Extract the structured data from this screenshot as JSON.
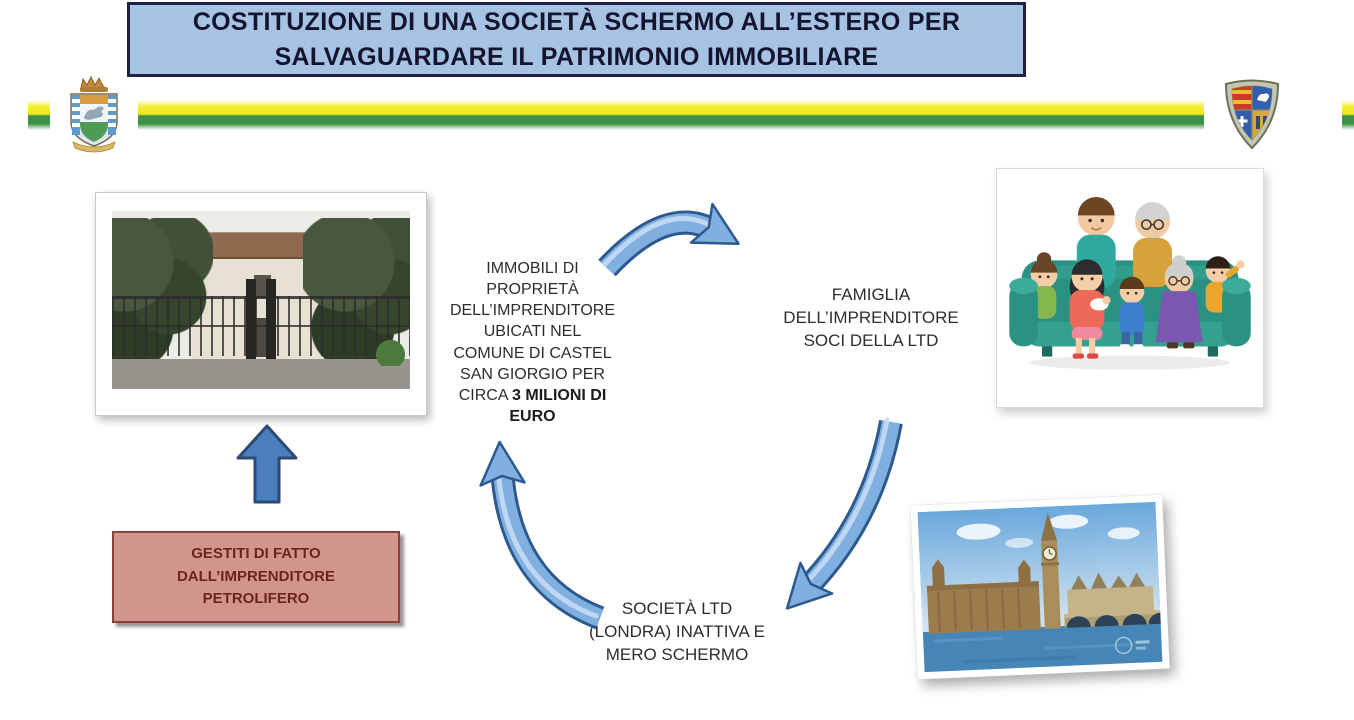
{
  "header": {
    "title": "COSTITUZIONE DI UNA SOCIETÀ SCHERMO ALL’ESTERO PER\nSALVAGUARDARE IL PATRIMONIO IMMOBILIARE",
    "title_bg": "#a6c3e3",
    "title_border": "#1e2240"
  },
  "banner": {
    "stripe_yellow": "#f2ee2b",
    "stripe_green": "#3d9045",
    "left_emblem": "municipal-coat-of-arms",
    "right_emblem": "military-crest-shield"
  },
  "diagram": {
    "arrow_color": "#7fb0e0",
    "property_text_regular": "IMMOBILI DI\nPROPRIETÀ\nDELL’IMPRENDITORE\nUBICATI NEL\nCOMUNE DI CASTEL\nSAN GIORGIO PER\nCIRCA ",
    "property_text_bold": "3 MILIONI DI\nEURO",
    "family_label": "FAMIGLIA\nDELL’IMPRENDITORE\nSOCI DELLA LTD",
    "company_label": "SOCIETÀ LTD\n(LONDRA) INATTIVA E\nMERO SCHERMO",
    "managed_box": {
      "label": "GESTITI DI FATTO\nDALL’IMPRENDITORE\nPETROLIFERO",
      "bg": "#d2958e",
      "border": "#8f4138",
      "text_color": "#6d2320"
    }
  },
  "images": {
    "villa": "villa-with-iron-gate-photo",
    "family": "3d-family-on-teal-couch-illustration",
    "london": "london-big-ben-westminster-photo"
  }
}
